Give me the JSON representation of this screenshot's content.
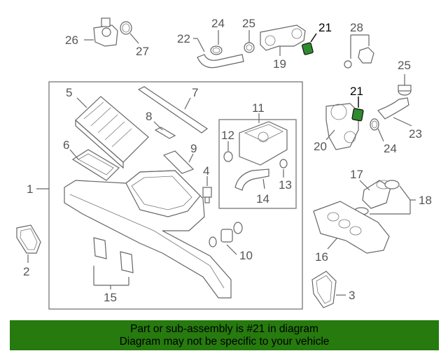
{
  "callouts": {
    "c1": "1",
    "c2": "2",
    "c3": "3",
    "c4": "4",
    "c5": "5",
    "c6": "6",
    "c7": "7",
    "c8": "8",
    "c9": "9",
    "c10": "10",
    "c11": "11",
    "c12": "12",
    "c13": "13",
    "c14": "14",
    "c15": "15",
    "c16": "16",
    "c17": "17",
    "c18": "18",
    "c19": "19",
    "c20": "20",
    "c21a": "21",
    "c21b": "21",
    "c22": "22",
    "c23": "23",
    "c24a": "24",
    "c24b": "24",
    "c25a": "25",
    "c25b": "25",
    "c26": "26",
    "c27": "27",
    "c28": "28"
  },
  "highlight": {
    "part_number": "21",
    "color": "#2e8b2e"
  },
  "banner": {
    "line1": "Part or sub-assembly is #21 in diagram",
    "line2": "Diagram may not be specific to your vehicle",
    "background": "#267a0e"
  }
}
